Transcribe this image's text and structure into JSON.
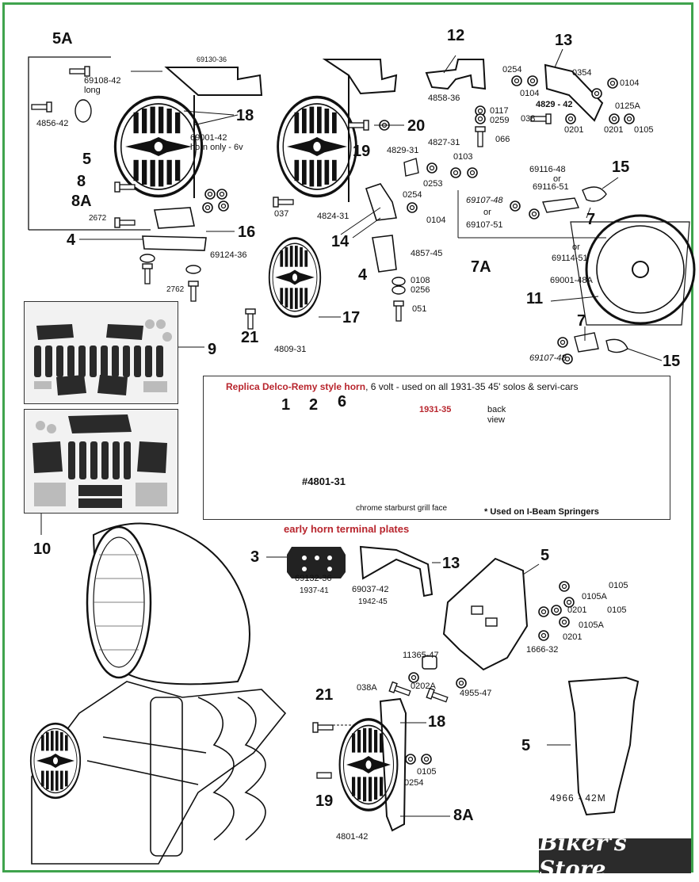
{
  "labels": {
    "l5A": "5A",
    "l12": "12",
    "l13a": "13",
    "l18a": "18",
    "l20": "20",
    "l19a": "19",
    "l8": "8",
    "l5a": "5",
    "l8A": "8A",
    "l4a": "4",
    "l16": "16",
    "l14": "14",
    "l4b": "4",
    "l15a": "15",
    "l7a": "7",
    "l7A": "7A",
    "l11": "11",
    "l7b": "7",
    "l15b": "15",
    "l9": "9",
    "l10": "10",
    "l21a": "21",
    "l17": "17",
    "l1": "1",
    "l2": "2",
    "l6": "6",
    "l3": "3",
    "l13b": "13",
    "l5b": "5",
    "l21b": "21",
    "l18b": "18",
    "l19b": "19",
    "l8Ab": "8A",
    "l5c": "5"
  },
  "parts": {
    "p69130_36": "69130-36",
    "p69108_42": "69108-42",
    "p_long": "long",
    "p4856_42": "4856-42",
    "p69001_42": "69001-42",
    "p_hornonly": "horn only - 6v",
    "p2672": "2672",
    "p69124_36": "69124-36",
    "p2762": "2762",
    "p4858_36": "4858-36",
    "p0254a": "0254",
    "p0104a": "0104",
    "p0354": "0354",
    "p0104b": "0104",
    "p4829_42": "4829 - 42",
    "p0117": "0117",
    "p0259": "0259",
    "p038": "038",
    "p0201a": "0201",
    "p0125A": "0125A",
    "p0201b": "0201",
    "p0105a": "0105",
    "p066": "066",
    "p4829_31": "4829-31",
    "p4827_31": "4827-31",
    "p0103": "0103",
    "p0253": "0253",
    "p037": "037",
    "p4824_31": "4824-31",
    "p0254b": "0254",
    "p0104c": "0104",
    "p69116_48": "69116-48",
    "p_or1": "or",
    "p69116_51": "69116-51",
    "p69107_48a": "69107-48",
    "p_or2": "or",
    "p69107_51": "69107-51",
    "p_or3": "or",
    "p69114_51": "69114-51",
    "p69001_48A": "69001-48A",
    "p4857_45": "4857-45",
    "p0108": "0108",
    "p0256": "0256",
    "p051": "051",
    "p4809_31": "4809-31",
    "p69107_48b": "69107-48",
    "p69132_36": "69132-36",
    "p1937_41": "1937-41",
    "p69037_42": "69037-42",
    "p1942_45": "1942-45",
    "p0105b": "0105",
    "p0105A_a": "0105A",
    "p0201c": "0201",
    "p0105c": "0105",
    "p0201d": "0201",
    "p0105A_b": "0105A",
    "p1666_32": "1666-32",
    "p11365_47": "11365-47",
    "p038A": "038A",
    "p0202A": "0202A",
    "p4955_47": "4955-47",
    "p0105d": "0105",
    "p0254c": "0254",
    "p4801_42": "4801-42",
    "p4966_42M": "4966 · 42M"
  },
  "inset": {
    "title_red": "Replica Delco-Remy style horn",
    "title_rest": ", 6 volt - used on all 1931-35 45' solos & servi-cars",
    "year": "1931-35",
    "back_view_1": "back",
    "back_view_2": "view",
    "part_no": "#4801-31",
    "grill": "chrome starburst grill face",
    "note": "* Used on I-Beam Springers"
  },
  "early_title": "early horn terminal plates",
  "brand": "Biker's Store",
  "colors": {
    "frame": "#3fa34d",
    "red": "#b8252d",
    "badge": "#2b2b2b"
  }
}
